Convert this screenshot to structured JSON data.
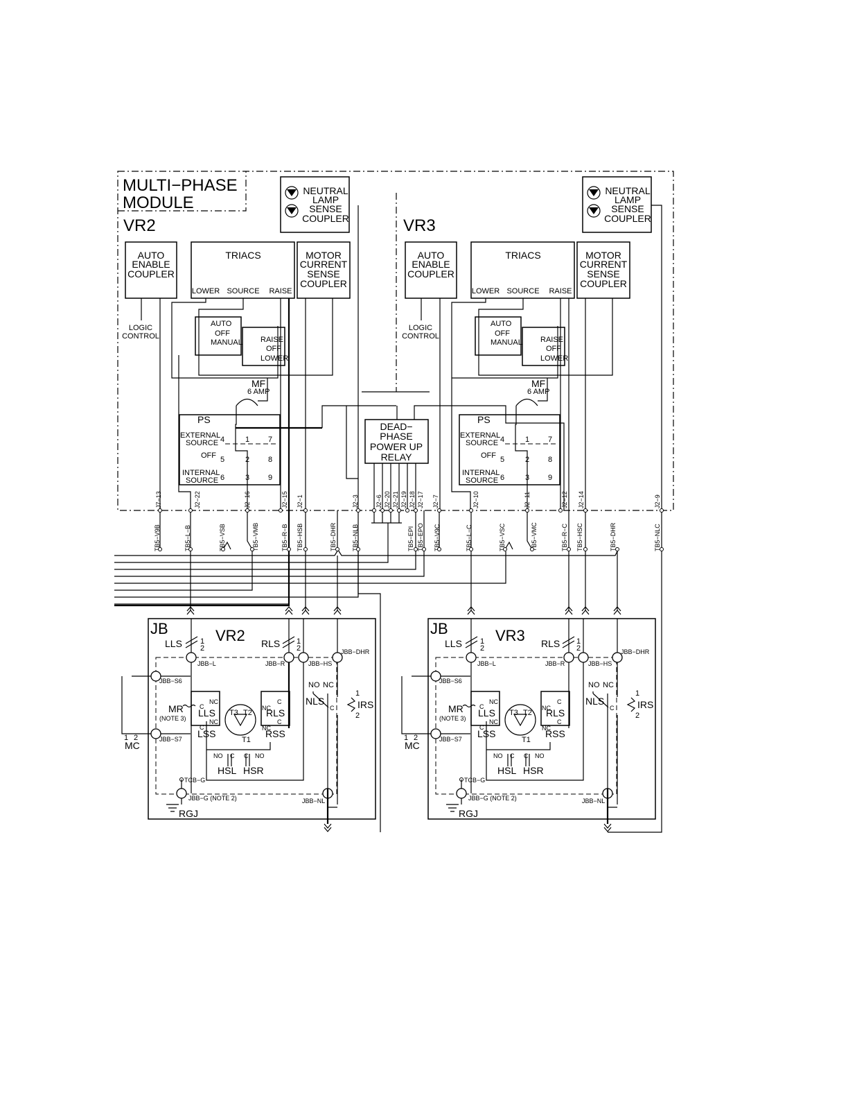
{
  "module": {
    "title_line1": "MULTI−PHASE",
    "title_line2": "MODULE",
    "dead_phase_relay": [
      "DEAD−",
      "PHASE",
      "POWER UP",
      "RELAY"
    ]
  },
  "regulators": [
    {
      "id": "VR2",
      "label": "VR2",
      "auto_enable": [
        "AUTO",
        "ENABLE",
        "COUPLER"
      ],
      "logic_control": [
        "LOGIC",
        "CONTROL"
      ],
      "triacs": {
        "title": "TRIACS",
        "lower": "LOWER",
        "source": "SOURCE",
        "raise": "RAISE"
      },
      "motor_current": [
        "MOTOR",
        "CURRENT",
        "SENSE",
        "COUPLER"
      ],
      "neutral_lamp": [
        "NEUTRAL",
        "LAMP",
        "SENSE",
        "COUPLER"
      ],
      "mode_switch": [
        "AUTO",
        "OFF",
        "MANUAL"
      ],
      "raise_lower_switch": [
        "RAISE",
        "OFF",
        "LOWER"
      ],
      "fuse": {
        "name": "MF",
        "rating": "6  AMP"
      },
      "ps": {
        "title": "PS",
        "external": [
          "EXTERNAL",
          "SOURCE"
        ],
        "off": "OFF",
        "internal": [
          "INTERNAL",
          "SOURCE"
        ],
        "pins": [
          "4",
          "1",
          "7",
          "5",
          "2",
          "8",
          "6",
          "3",
          "9"
        ]
      },
      "pins_top": [
        "J7−13",
        "J2−22",
        "J2−16",
        "J2−15",
        "J2−1",
        "J2−3"
      ],
      "pins_bottom": [
        "TB5−V9B",
        "TB5−L−B",
        "TB5−VSB",
        "TB5−VMB",
        "TB5−R−B",
        "TB5−HSB",
        "TB5−DHR",
        "TB5−NLB"
      ]
    },
    {
      "id": "VR3",
      "label": "VR3",
      "auto_enable": [
        "AUTO",
        "ENABLE",
        "COUPLER"
      ],
      "logic_control": [
        "LOGIC",
        "CONTROL"
      ],
      "triacs": {
        "title": "TRIACS",
        "lower": "LOWER",
        "source": "SOURCE",
        "raise": "RAISE"
      },
      "motor_current": [
        "MOTOR",
        "CURRENT",
        "SENSE",
        "COUPLER"
      ],
      "neutral_lamp": [
        "NEUTRAL",
        "LAMP",
        "SENSE",
        "COUPLER"
      ],
      "mode_switch": [
        "AUTO",
        "OFF",
        "MANUAL"
      ],
      "raise_lower_switch": [
        "RAISE",
        "OFF",
        "LOWER"
      ],
      "fuse": {
        "name": "MF",
        "rating": "6  AMP"
      },
      "ps": {
        "title": "PS",
        "external": [
          "EXTERNAL",
          "SOURCE"
        ],
        "off": "OFF",
        "internal": [
          "INTERNAL",
          "SOURCE"
        ],
        "pins": [
          "4",
          "1",
          "7",
          "5",
          "2",
          "8",
          "6",
          "3",
          "9"
        ]
      },
      "pins_top": [
        "J2−7",
        "J2−10",
        "J2−11",
        "J2−12",
        "J2−14",
        "J2−9"
      ],
      "pins_bottom": [
        "TB5−V9C",
        "TB5−L−C",
        "TB5−VSC",
        "TB5−VMC",
        "TB5−R−C",
        "TB5−HSC",
        "TB5−DHR",
        "TB5−NLC"
      ]
    }
  ],
  "relay_pins_top": [
    "J2−6",
    "J2−20",
    "J2−21",
    "J2−19",
    "J2−18",
    "J2−17"
  ],
  "relay_pins_bottom": [
    "TB5−EPI",
    "TB5−EPO"
  ],
  "junction_boxes": [
    {
      "title": "JB",
      "vr": "VR2",
      "lls": "LLS",
      "rls": "RLS",
      "sw_num_1": "1",
      "sw_num_2": "2",
      "terminals": [
        "JBB−L",
        "JBB−R",
        "JBB−HS",
        "JBB−DHR",
        "JBB−S6",
        "JBB−S7",
        "TCB−G",
        "JBB−G (NOTE  2)",
        "JBB−NL"
      ],
      "motor": {
        "mr": "MR",
        "note": "(NOTE  3)",
        "t1": "T1",
        "t2": "T2",
        "t3": "T3"
      },
      "switches": {
        "lls": "LLS",
        "lss": "LSS",
        "rls": "RLS",
        "rss": "RSS",
        "nc": "NC",
        "c": "C",
        "no": "NO"
      },
      "hsl": "HSL",
      "hsr": "HSR",
      "nls": "NLS",
      "irs": "IRS",
      "mc": "MC",
      "mc_pins": [
        "1",
        "2"
      ],
      "rgj": "RGJ"
    },
    {
      "title": "JB",
      "vr": "VR3",
      "lls": "LLS",
      "rls": "RLS",
      "sw_num_1": "1",
      "sw_num_2": "2",
      "terminals": [
        "JBB−L",
        "JBB−R",
        "JBB−HS",
        "JBB−DHR",
        "JBB−S6",
        "JBB−S7",
        "TCB−G",
        "JBB−G (NOTE  2)",
        "JBB−NL"
      ],
      "motor": {
        "mr": "MR",
        "note": "(NOTE  3)",
        "t1": "T1",
        "t2": "T2",
        "t3": "T3"
      },
      "switches": {
        "lls": "LLS",
        "lss": "LSS",
        "rls": "RLS",
        "rss": "RSS",
        "nc": "NC",
        "c": "C",
        "no": "NO"
      },
      "hsl": "HSL",
      "hsr": "HSR",
      "nls": "NLS",
      "irs": "IRS",
      "mc": "MC",
      "mc_pins": [
        "1",
        "2"
      ],
      "rgj": "RGJ"
    }
  ]
}
